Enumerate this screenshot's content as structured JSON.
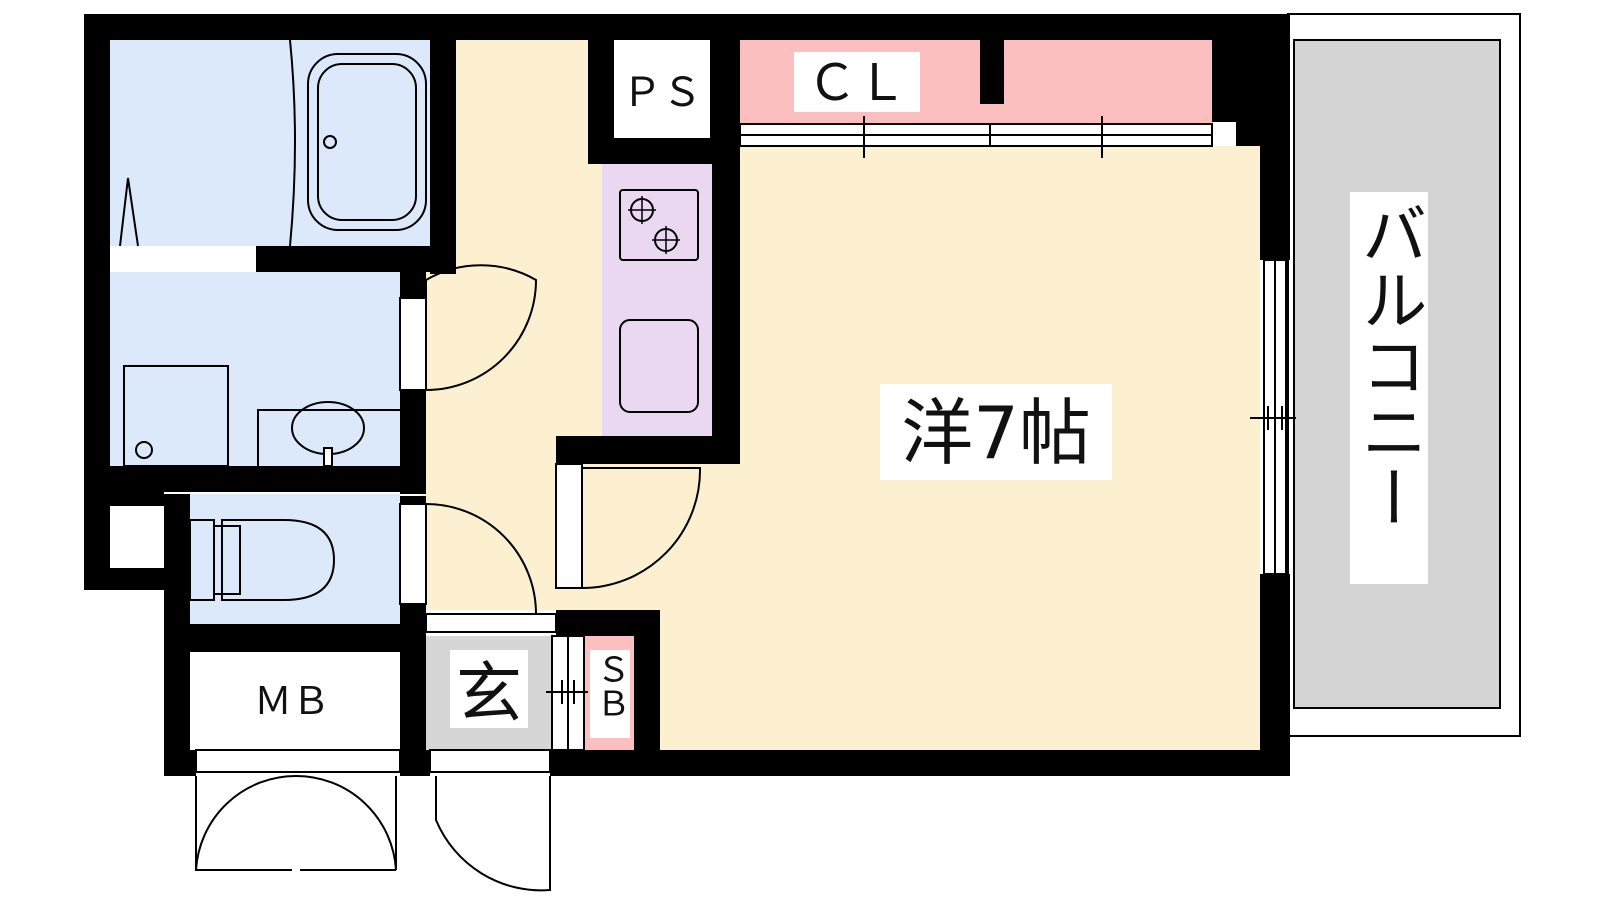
{
  "floor_plan": {
    "rooms": {
      "main_room": "洋7帖",
      "balcony": "バルコニー",
      "closet": "ＣＬ",
      "pipe_space": "ＰＳ",
      "meter_box": "ＭＢ",
      "entrance": "玄",
      "shoe_box": "ＳＢ"
    },
    "colors": {
      "room_floor": "#fdf0d0",
      "wet_area": "#dbe9fb",
      "kitchen": "#ead8f2",
      "closet": "#fbbfbf",
      "balcony": "#d4d4d4",
      "entrance_floor": "#d6d6d6",
      "wall": "#000000"
    }
  }
}
